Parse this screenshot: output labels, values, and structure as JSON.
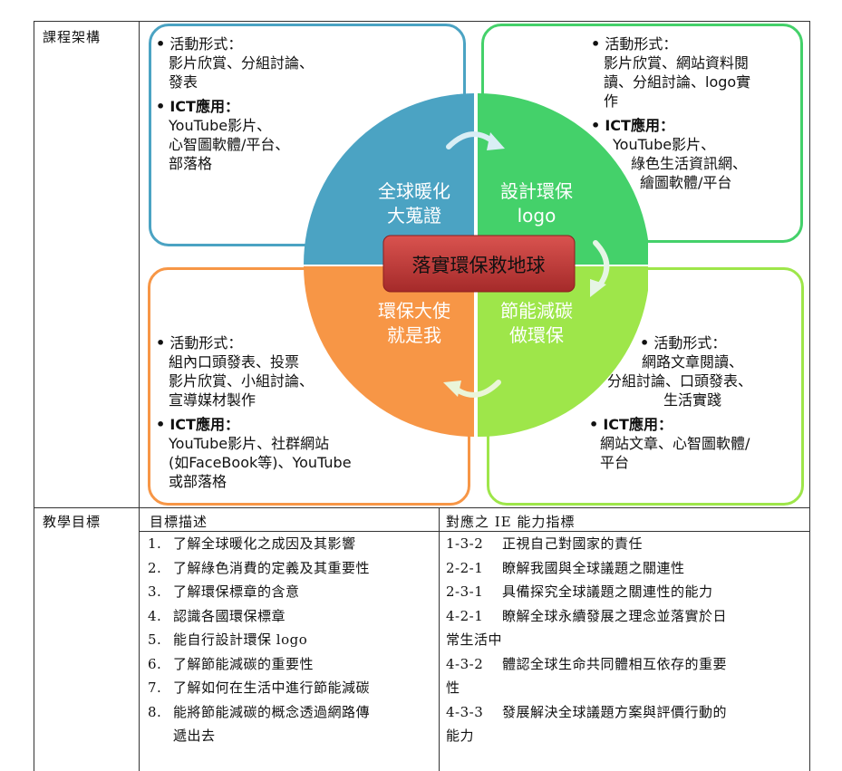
{
  "row1": {
    "label": "課程架構"
  },
  "diagram": {
    "center_label": "落實環保救地球",
    "quadrants": [
      {
        "line1": "全球暖化",
        "line2": "大蒐證",
        "color": "#4ba3c3"
      },
      {
        "line1": "設計環保",
        "line2": "logo",
        "color": "#44d16a"
      },
      {
        "line1": "環保大使",
        "line2": "就是我",
        "color": "#f79646"
      },
      {
        "line1": "節能減碳",
        "line2": "做環保",
        "color": "#9ee64a"
      }
    ],
    "center_color": "#c0393b"
  },
  "boxes": {
    "tl": {
      "activity_head": "活動形式：",
      "activity_lines": [
        "影片欣賞、分組討論、",
        "發表"
      ],
      "ict_head": "ICT應用：",
      "ict_lines": [
        "YouTube影片、",
        "心智圖軟體/平台、",
        "部落格"
      ]
    },
    "tr": {
      "activity_head": "活動形式：",
      "activity_lines": [
        "影片欣賞、網站資料閱",
        "讀、分組討論、logo實",
        "作"
      ],
      "ict_head": "ICT應用：",
      "ict_lines": [
        "YouTube影片、",
        "綠色生活資訊網、",
        "繪圖軟體/平台"
      ]
    },
    "bl": {
      "activity_head": "活動形式：",
      "activity_lines": [
        "組內口頭發表、投票",
        "影片欣賞、小組討論、",
        "宣導媒材製作"
      ],
      "ict_head": "ICT應用：",
      "ict_lines": [
        "YouTube影片、社群網站",
        "(如FaceBook等)、YouTube",
        "或部落格"
      ]
    },
    "br": {
      "activity_head": "活動形式：",
      "activity_lines": [
        "網路文章閱讀、",
        "分組討論、口頭發表、",
        "生活實踐"
      ],
      "ict_head": "ICT應用：",
      "ict_lines": [
        "網站文章、心智圖軟體/",
        "平台"
      ]
    }
  },
  "row2": {
    "label": "教學目標",
    "col1_header": "目標描述",
    "col2_header": "對應之 IE 能力指標",
    "goals": [
      {
        "n": "1.",
        "text": "了解全球暖化之成因及其影響"
      },
      {
        "n": "2.",
        "text": "了解綠色消費的定義及其重要性"
      },
      {
        "n": "3.",
        "text": "了解環保標章的含意"
      },
      {
        "n": "4.",
        "text": "認識各國環保標章"
      },
      {
        "n": "5.",
        "text": "能自行設計環保 logo"
      },
      {
        "n": "6.",
        "text": "了解節能減碳的重要性"
      },
      {
        "n": "7.",
        "text": "了解如何在生活中進行節能減碳"
      },
      {
        "n": "8.",
        "text": "能將節能減碳的概念透過網路傳"
      },
      {
        "n": "",
        "text": "遞出去"
      }
    ],
    "indicators": [
      {
        "code": "1-3-2",
        "text": "正視自己對國家的責任"
      },
      {
        "code": "2-2-1",
        "text": "瞭解我國與全球議題之關連性"
      },
      {
        "code": "2-3-1",
        "text": "具備探究全球議題之關連性的能力"
      },
      {
        "code": "4-2-1",
        "text": "瞭解全球永續發展之理念並落實於日"
      },
      {
        "code": "",
        "text": "常生活中"
      },
      {
        "code": "4-3-2",
        "text": "體認全球生命共同體相互依存的重要"
      },
      {
        "code": "",
        "text": "性"
      },
      {
        "code": "4-3-3",
        "text": "發展解決全球議題方案與評價行動的"
      },
      {
        "code": "",
        "text": "能力"
      }
    ]
  }
}
